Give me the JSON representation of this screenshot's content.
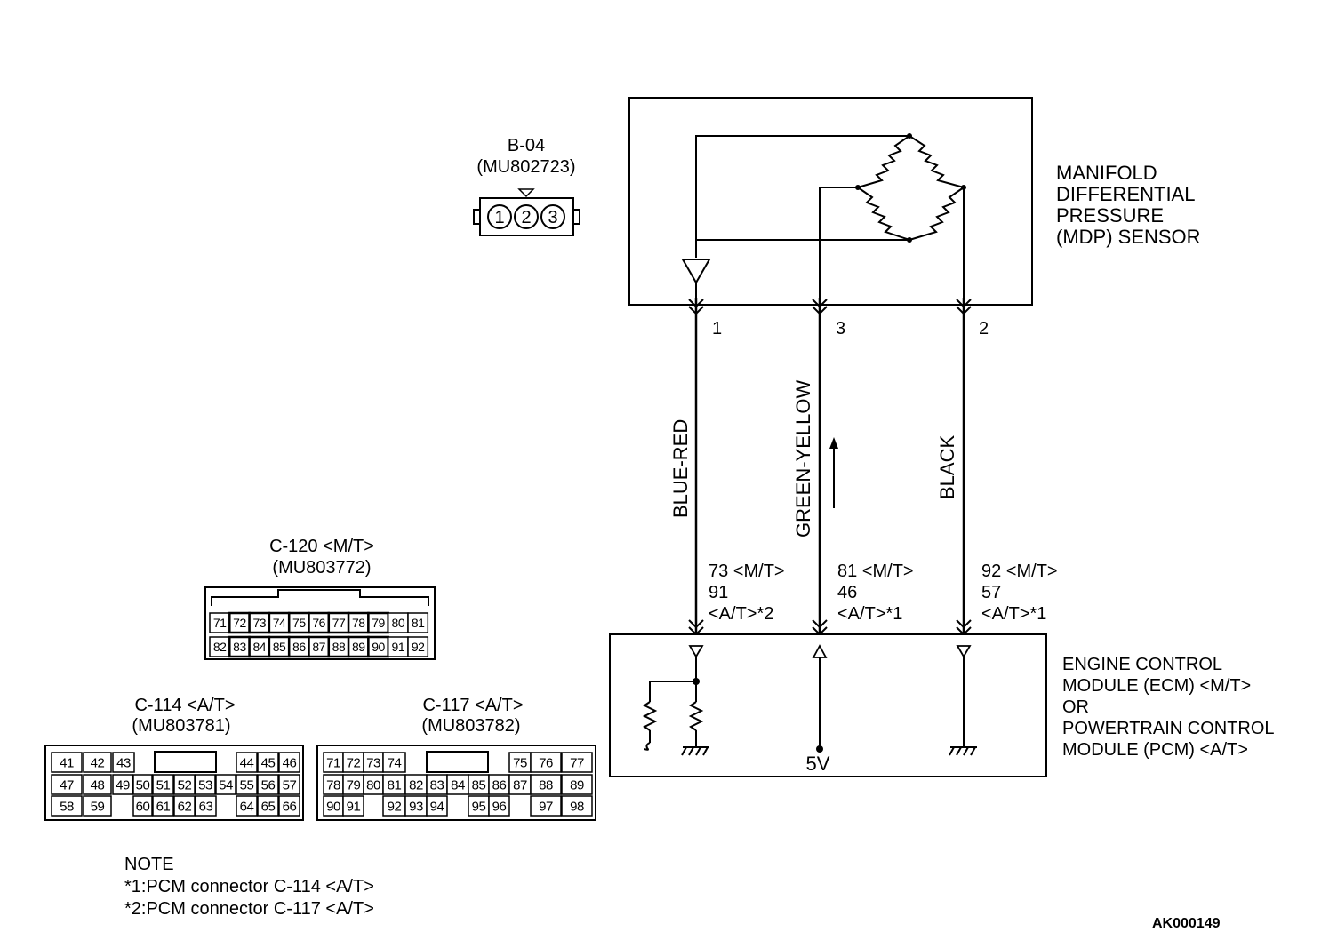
{
  "sensor": {
    "label_lines": [
      "MANIFOLD",
      "DIFFERENTIAL",
      "PRESSURE",
      "(MDP) SENSOR"
    ]
  },
  "sensor_connector": {
    "id": "B-04",
    "part": "(MU802723)",
    "pins": [
      "1",
      "2",
      "3"
    ]
  },
  "wires": [
    {
      "pin": "1",
      "color": "BLUE-RED",
      "term_lines": [
        "73 <M/T>",
        "91",
        "<A/T>*2"
      ]
    },
    {
      "pin": "3",
      "color": "GREEN-YELLOW",
      "term_lines": [
        "81 <M/T>",
        "46",
        "<A/T>*1"
      ]
    },
    {
      "pin": "2",
      "color": "BLACK",
      "term_lines": [
        "92 <M/T>",
        "57",
        "<A/T>*1"
      ]
    }
  ],
  "module": {
    "label_lines": [
      "ENGINE CONTROL",
      "MODULE (ECM) <M/T>",
      "OR",
      "POWERTRAIN CONTROL",
      "MODULE (PCM) <A/T>"
    ],
    "voltage": "5V"
  },
  "connectors": {
    "c120": {
      "title": "C-120 <M/T>",
      "part": "(MU803772)",
      "row1": [
        "71",
        "72",
        "73",
        "74",
        "75",
        "76",
        "77",
        "78",
        "79",
        "80",
        "81"
      ],
      "row2": [
        "82",
        "83",
        "84",
        "85",
        "86",
        "87",
        "88",
        "89",
        "90",
        "91",
        "92"
      ]
    },
    "c114": {
      "title": "C-114 <A/T>",
      "part": "(MU803781)",
      "row1": [
        "41",
        "42",
        "43",
        "44",
        "45",
        "46"
      ],
      "row2": [
        "47",
        "48",
        "49",
        "50",
        "51",
        "52",
        "53",
        "54",
        "55",
        "56",
        "57"
      ],
      "row3": [
        "58",
        "59",
        "60",
        "61",
        "62",
        "63",
        "64",
        "65",
        "66"
      ]
    },
    "c117": {
      "title": "C-117 <A/T>",
      "part": "(MU803782)",
      "row1": [
        "71",
        "72",
        "73",
        "74",
        "75",
        "76",
        "77"
      ],
      "row2": [
        "78",
        "79",
        "80",
        "81",
        "82",
        "83",
        "84",
        "85",
        "86",
        "87",
        "88",
        "89"
      ],
      "row3": [
        "90",
        "91",
        "92",
        "93",
        "94",
        "95",
        "96",
        "97",
        "98"
      ]
    }
  },
  "note": {
    "title": "NOTE",
    "lines": [
      "*1:PCM connector C-114 <A/T>",
      "*2:PCM connector C-117 <A/T>"
    ]
  },
  "figure_id": "AK000149"
}
